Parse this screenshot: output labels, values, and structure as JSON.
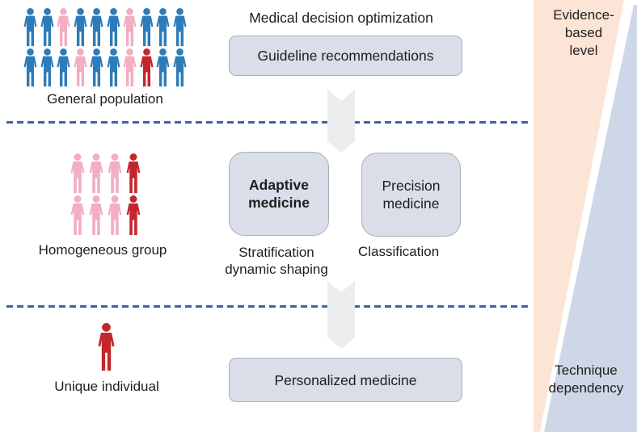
{
  "header": {
    "title": "Medical decision optimization"
  },
  "levels": {
    "population": {
      "label": "General population",
      "people_rows": [
        [
          "blue",
          "blue",
          "pink",
          "blue",
          "blue",
          "blue",
          "pink",
          "blue",
          "blue",
          "blue"
        ],
        [
          "blue",
          "blue",
          "blue",
          "pink",
          "blue",
          "blue",
          "pink",
          "red",
          "blue",
          "blue"
        ]
      ],
      "box_label": "Guideline recommendations"
    },
    "group": {
      "label": "Homogeneous group",
      "people_rows": [
        [
          "pink",
          "pink",
          "pink",
          "red"
        ],
        [
          "pink",
          "pink",
          "pink",
          "red"
        ]
      ],
      "adaptive_box": "Adaptive\nmedicine",
      "adaptive_caption": "Stratification\ndynamic shaping",
      "precision_box": "Precision\nmedicine",
      "precision_caption": "Classification"
    },
    "individual": {
      "label": "Unique individual",
      "people_rows": [
        [
          "red"
        ]
      ],
      "box_label": "Personalized medicine"
    }
  },
  "sidebar": {
    "evidence_label": "Evidence-\nbased\nlevel",
    "technique_label": "Technique\ndependency"
  },
  "colors": {
    "blue": "#2d7cb9",
    "pink": "#f3aec1",
    "red": "#c2272e",
    "box-fill": "#d9dee8",
    "box-border": "#a9aeb8",
    "arrow": "#ecedee",
    "dash": "#3b63a8",
    "peach": "#fce5d7",
    "wedge-blue": "#cdd7e8"
  }
}
